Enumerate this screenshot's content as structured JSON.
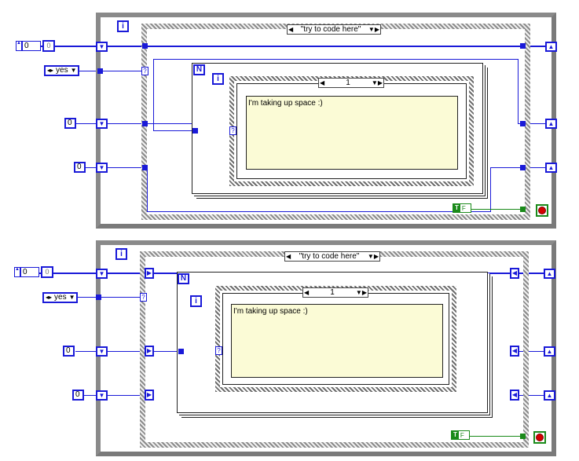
{
  "diagrams": [
    {
      "case_selector": "\"try to code here\"",
      "inner_case_selector": "1",
      "string_constant": "I'm taking up space :)",
      "loop_index_icon": "i",
      "inner_index_icon": "i",
      "count_terminal": "N",
      "controls": {
        "numeric_array_value": "0",
        "array_indicator": "0",
        "enum_value": "yes",
        "numeric_a": "0",
        "numeric_b": "0"
      },
      "bool_true": "T",
      "bool_false": "F"
    },
    {
      "case_selector": "\"try to code here\"",
      "inner_case_selector": "1",
      "string_constant": "I'm taking up space :)",
      "loop_index_icon": "i",
      "inner_index_icon": "i",
      "count_terminal": "N",
      "controls": {
        "numeric_array_value": "0",
        "array_indicator": "0",
        "enum_value": "yes",
        "numeric_a": "0",
        "numeric_b": "0"
      },
      "bool_true": "T",
      "bool_false": "F"
    }
  ],
  "colors": {
    "wire_numeric": "#1a1ad8",
    "wire_boolean": "#1a8a1a",
    "stop": "#d40000",
    "string_bg": "#fbfbd6"
  },
  "icons": [
    "shift-register-left-icon",
    "shift-register-right-icon",
    "stop-terminal-icon",
    "loop-iteration-icon",
    "loop-count-icon"
  ]
}
